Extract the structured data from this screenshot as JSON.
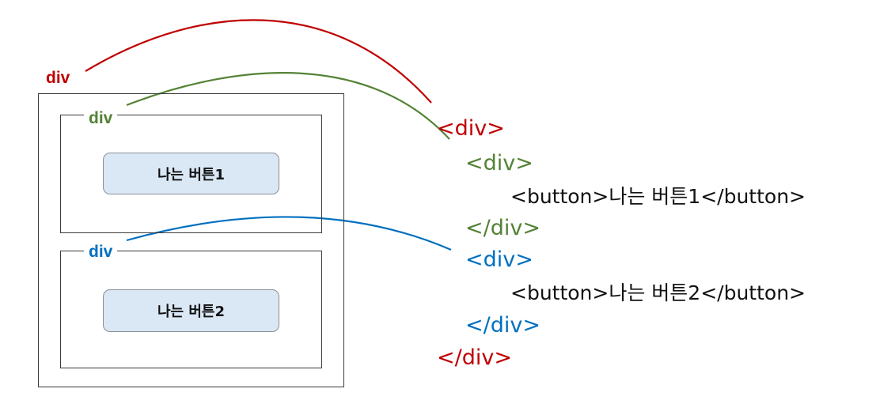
{
  "diagram": {
    "labels": {
      "outer": "div",
      "inner1": "div",
      "inner2": "div"
    },
    "buttons": {
      "button1": "나는 버튼1",
      "button2": "나는 버튼2"
    },
    "code_lines": [
      "<div>",
      "<div>",
      "<button>나는 버튼1</button>",
      "</div>",
      "<div>",
      "<button>나는 버튼2</button>",
      "</div>",
      "</div>"
    ],
    "colors": {
      "outer": "#c00000",
      "inner1": "#548235",
      "inner2": "#0070c0",
      "button_fill": "#dae8f5"
    }
  }
}
